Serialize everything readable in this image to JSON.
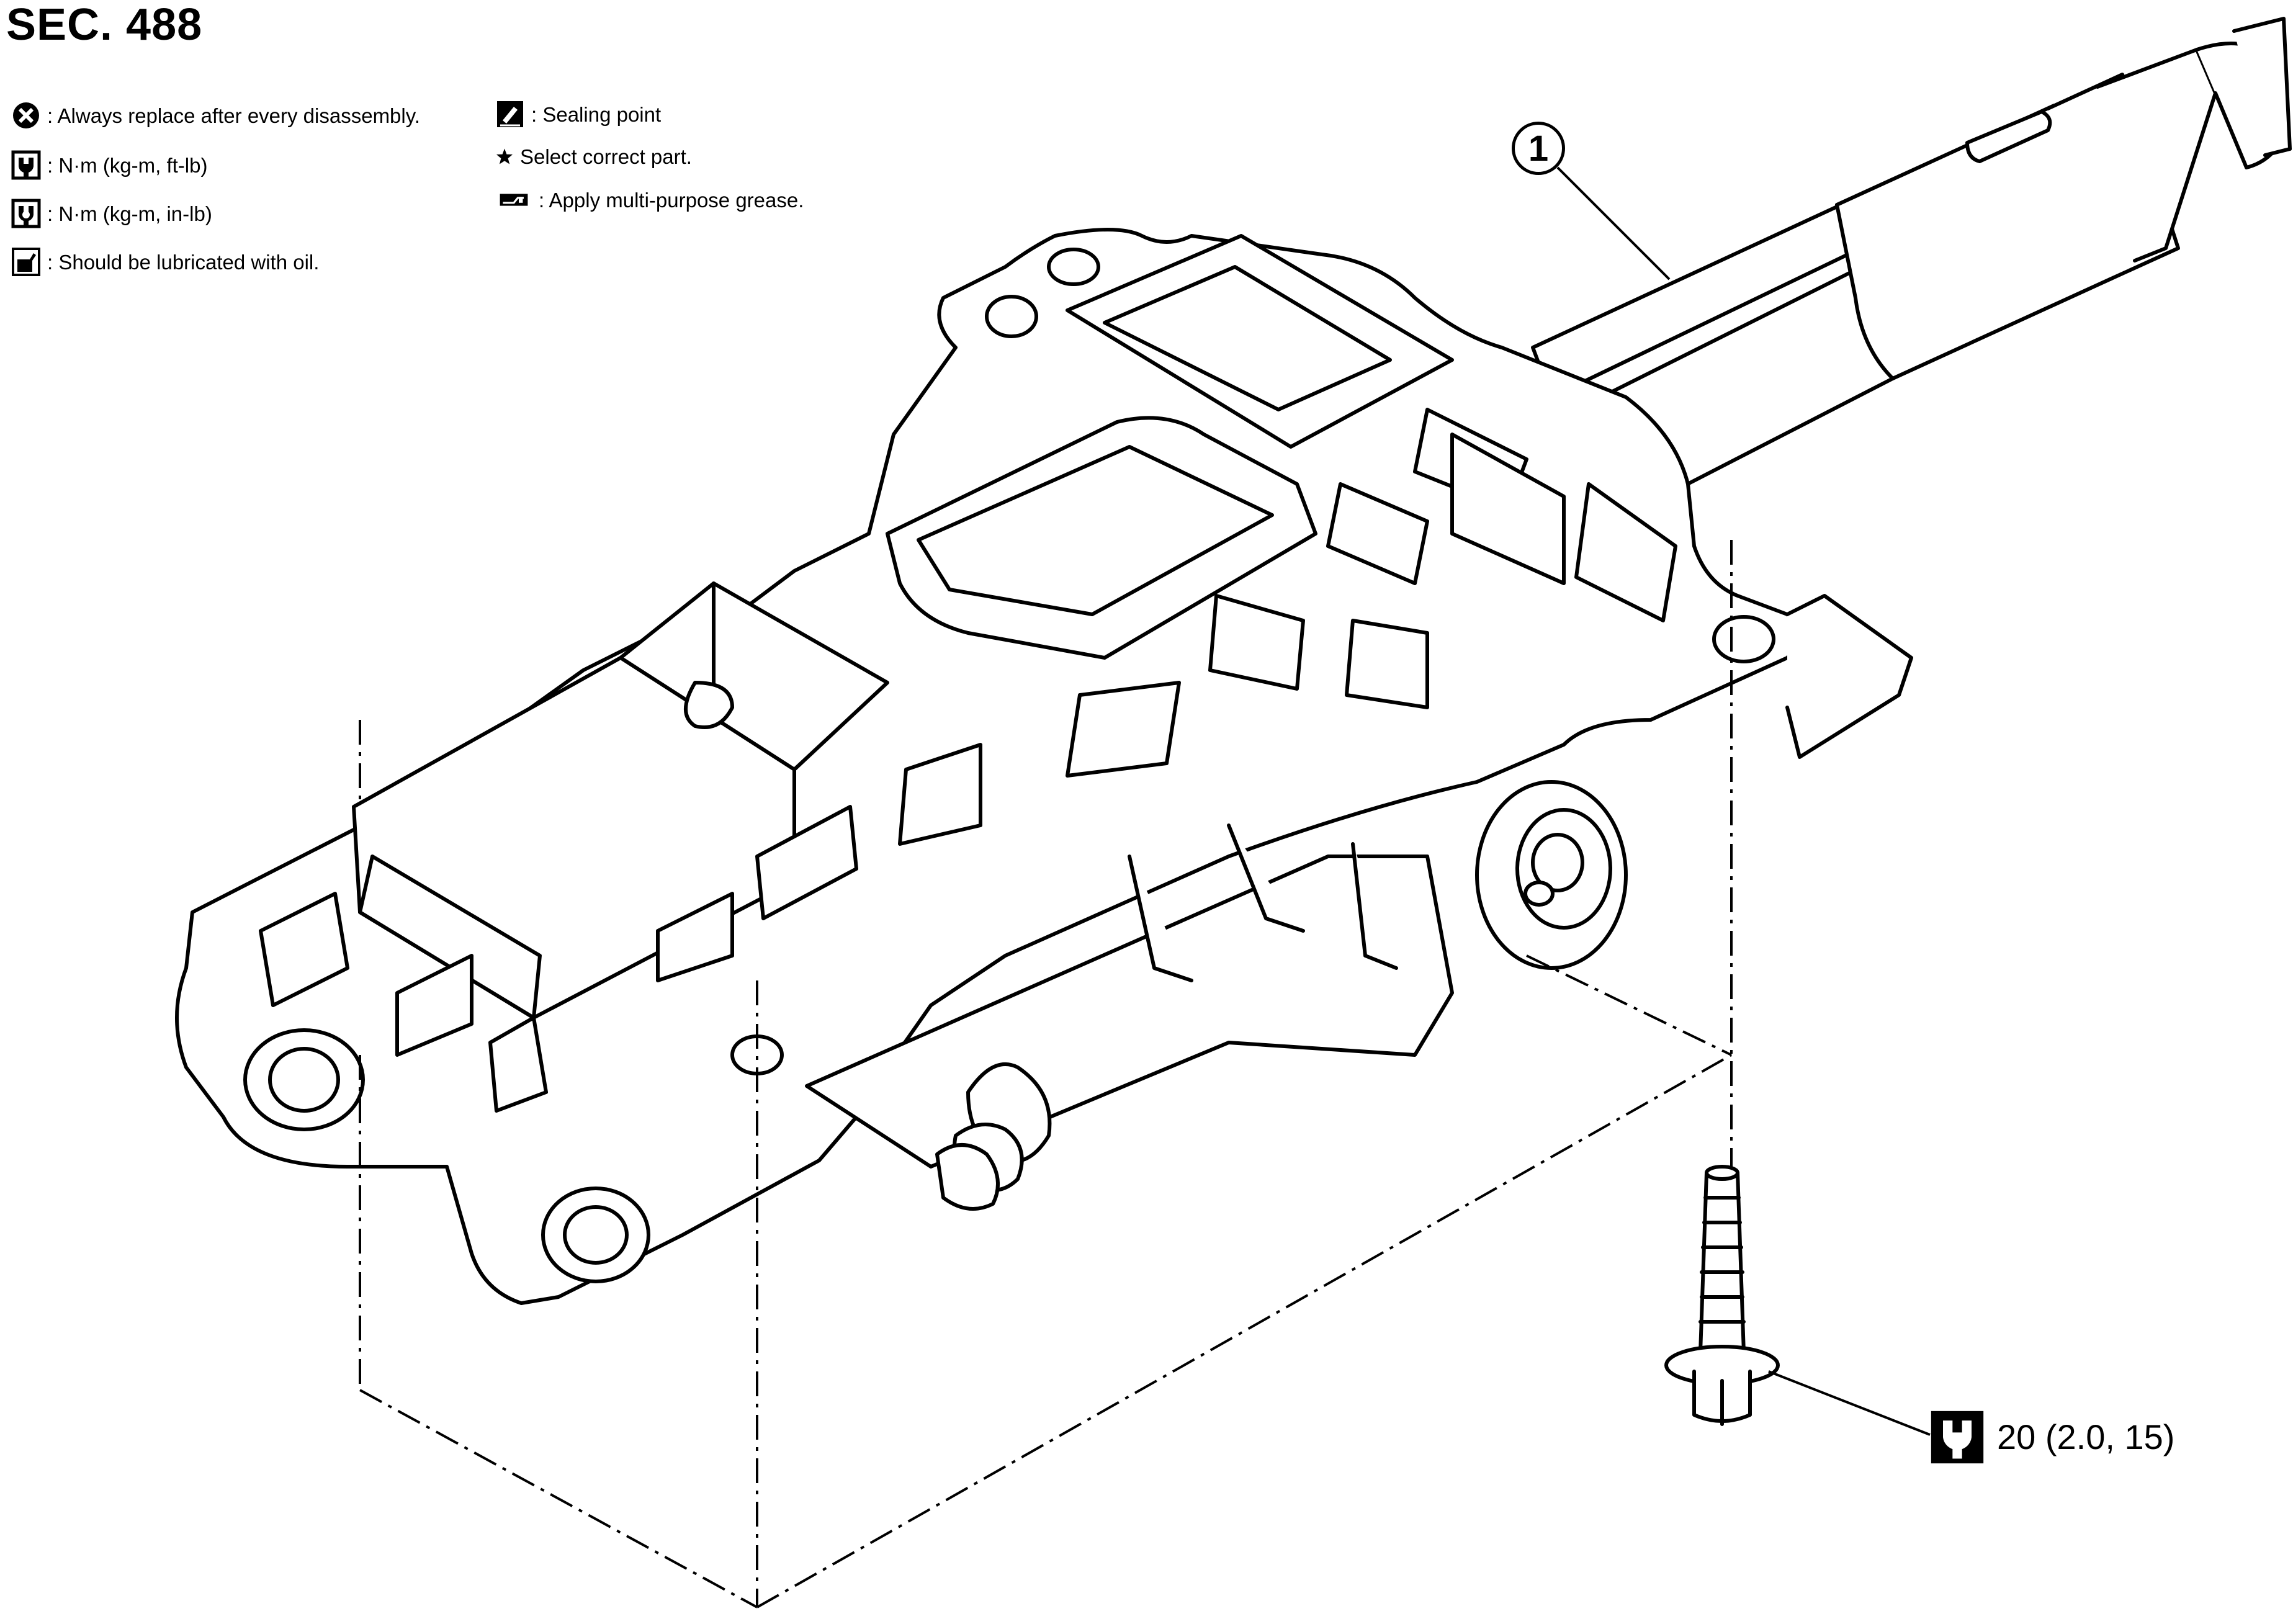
{
  "header": {
    "section": "SEC. 488"
  },
  "legend": [
    {
      "icon": "replace-x-icon",
      "text": ": Always replace after every disassembly."
    },
    {
      "icon": "torque-wrench-icon",
      "text": ": N·m (kg-m, ft-lb)"
    },
    {
      "icon": "torque-wrench-filled-icon",
      "text": ": N·m (kg-m, in-lb)"
    },
    {
      "icon": "oil-can-icon",
      "text": ": Should be lubricated with oil."
    },
    {
      "icon": "sealing-point-icon",
      "text": ": Sealing point"
    },
    {
      "icon": "star-icon",
      "text": "Select correct part."
    },
    {
      "icon": "grease-icon",
      "text": ": Apply multi-purpose grease."
    }
  ],
  "callout": {
    "number": "1"
  },
  "torque_spec": {
    "icon": "torque-wrench-icon",
    "text": "20 (2.0, 15)"
  },
  "colors": {
    "line": "#000000",
    "background": "#ffffff"
  }
}
